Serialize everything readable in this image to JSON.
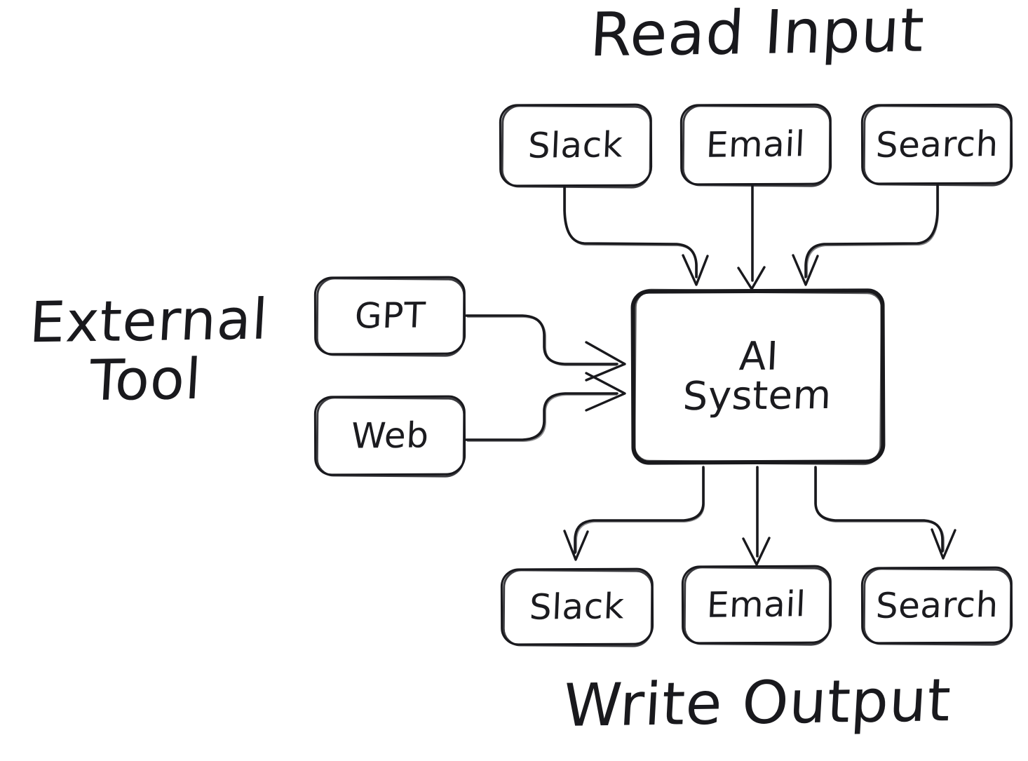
{
  "diagram": {
    "type": "flowchart",
    "title_read": "Read Input",
    "title_write": "Write Output",
    "title_external": "External\nTool",
    "external_line1": "External",
    "external_line2": "Tool",
    "style": {
      "stroke": "#19191d",
      "text": "#1b1b1f",
      "background": "#ffffff",
      "sketchy": "true"
    },
    "groups": [
      {
        "id": "read-input",
        "label": "Read Input",
        "position": "top"
      },
      {
        "id": "external-tool",
        "label": "External Tool",
        "position": "left"
      },
      {
        "id": "write-output",
        "label": "Write Output",
        "position": "bottom"
      }
    ],
    "nodes": [
      {
        "id": "input-slack",
        "label": "Slack",
        "group": "read-input"
      },
      {
        "id": "input-email",
        "label": "Email",
        "group": "read-input"
      },
      {
        "id": "input-search",
        "label": "Search",
        "group": "read-input"
      },
      {
        "id": "tool-gpt",
        "label": "GPT",
        "group": "external-tool"
      },
      {
        "id": "tool-web",
        "label": "Web",
        "group": "external-tool"
      },
      {
        "id": "ai-system",
        "label": "AI System",
        "label_line1": "AI",
        "label_line2": "System",
        "group": "core"
      },
      {
        "id": "output-slack",
        "label": "Slack",
        "group": "write-output"
      },
      {
        "id": "output-email",
        "label": "Email",
        "group": "write-output"
      },
      {
        "id": "output-search",
        "label": "Search",
        "group": "write-output"
      }
    ],
    "edges": [
      {
        "from": "input-slack",
        "to": "ai-system",
        "arrow": "true"
      },
      {
        "from": "input-email",
        "to": "ai-system",
        "arrow": "true"
      },
      {
        "from": "input-search",
        "to": "ai-system",
        "arrow": "true"
      },
      {
        "from": "tool-gpt",
        "to": "ai-system",
        "arrow": "true"
      },
      {
        "from": "tool-web",
        "to": "ai-system",
        "arrow": "true"
      },
      {
        "from": "ai-system",
        "to": "output-slack",
        "arrow": "true"
      },
      {
        "from": "ai-system",
        "to": "output-email",
        "arrow": "true"
      },
      {
        "from": "ai-system",
        "to": "output-search",
        "arrow": "true"
      }
    ]
  }
}
